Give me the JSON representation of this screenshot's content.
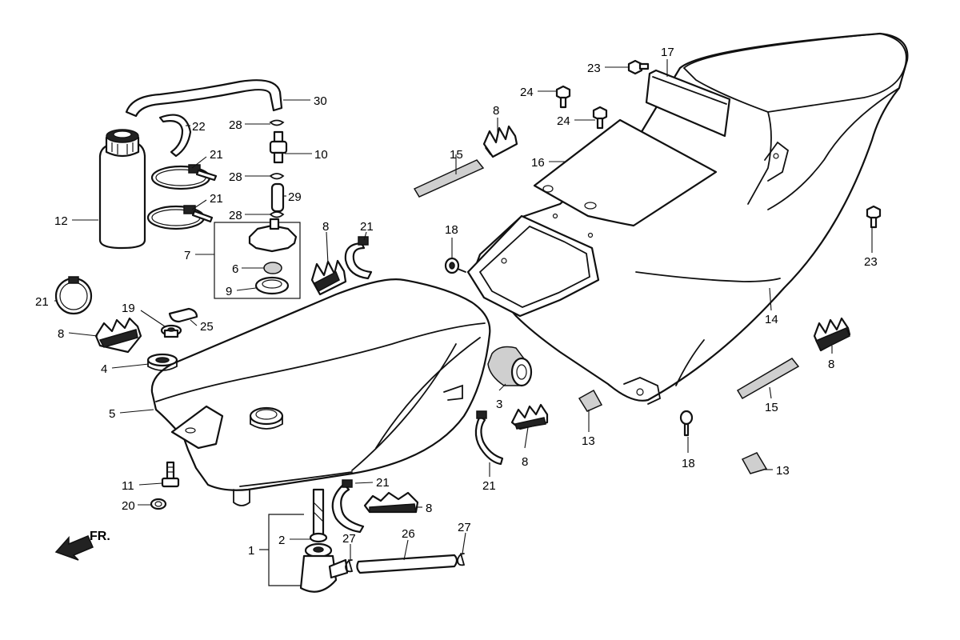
{
  "front_marker": "FR.",
  "callouts": [
    {
      "id": "c30",
      "text": "30"
    },
    {
      "id": "c22",
      "text": "22"
    },
    {
      "id": "c28a",
      "text": "28"
    },
    {
      "id": "c10",
      "text": "10"
    },
    {
      "id": "c21a",
      "text": "21"
    },
    {
      "id": "c28b",
      "text": "28"
    },
    {
      "id": "c21b",
      "text": "21"
    },
    {
      "id": "c29",
      "text": "29"
    },
    {
      "id": "c28c",
      "text": "28"
    },
    {
      "id": "c12",
      "text": "12"
    },
    {
      "id": "c7",
      "text": "7"
    },
    {
      "id": "c6",
      "text": "6"
    },
    {
      "id": "c9",
      "text": "9"
    },
    {
      "id": "c8a",
      "text": "8"
    },
    {
      "id": "c21c",
      "text": "21"
    },
    {
      "id": "c21d",
      "text": "21"
    },
    {
      "id": "c19",
      "text": "19"
    },
    {
      "id": "c25",
      "text": "25"
    },
    {
      "id": "c8b",
      "text": "8"
    },
    {
      "id": "c4",
      "text": "4"
    },
    {
      "id": "c5",
      "text": "5"
    },
    {
      "id": "c11",
      "text": "11"
    },
    {
      "id": "c20",
      "text": "20"
    },
    {
      "id": "c1",
      "text": "1"
    },
    {
      "id": "c2",
      "text": "2"
    },
    {
      "id": "c27a",
      "text": "27"
    },
    {
      "id": "c26",
      "text": "26"
    },
    {
      "id": "c27b",
      "text": "27"
    },
    {
      "id": "c21e",
      "text": "21"
    },
    {
      "id": "c8c",
      "text": "8"
    },
    {
      "id": "c3",
      "text": "3"
    },
    {
      "id": "c21f",
      "text": "21"
    },
    {
      "id": "c8d",
      "text": "8"
    },
    {
      "id": "c13a",
      "text": "13"
    },
    {
      "id": "c18a",
      "text": "18"
    },
    {
      "id": "c15a",
      "text": "15"
    },
    {
      "id": "c8e",
      "text": "8"
    },
    {
      "id": "c23a",
      "text": "23"
    },
    {
      "id": "c17",
      "text": "17"
    },
    {
      "id": "c24a",
      "text": "24"
    },
    {
      "id": "c24b",
      "text": "24"
    },
    {
      "id": "c16",
      "text": "16"
    },
    {
      "id": "c23b",
      "text": "23"
    },
    {
      "id": "c14",
      "text": "14"
    },
    {
      "id": "c8f",
      "text": "8"
    },
    {
      "id": "c15b",
      "text": "15"
    },
    {
      "id": "c18b",
      "text": "18"
    },
    {
      "id": "c13b",
      "text": "13"
    }
  ]
}
